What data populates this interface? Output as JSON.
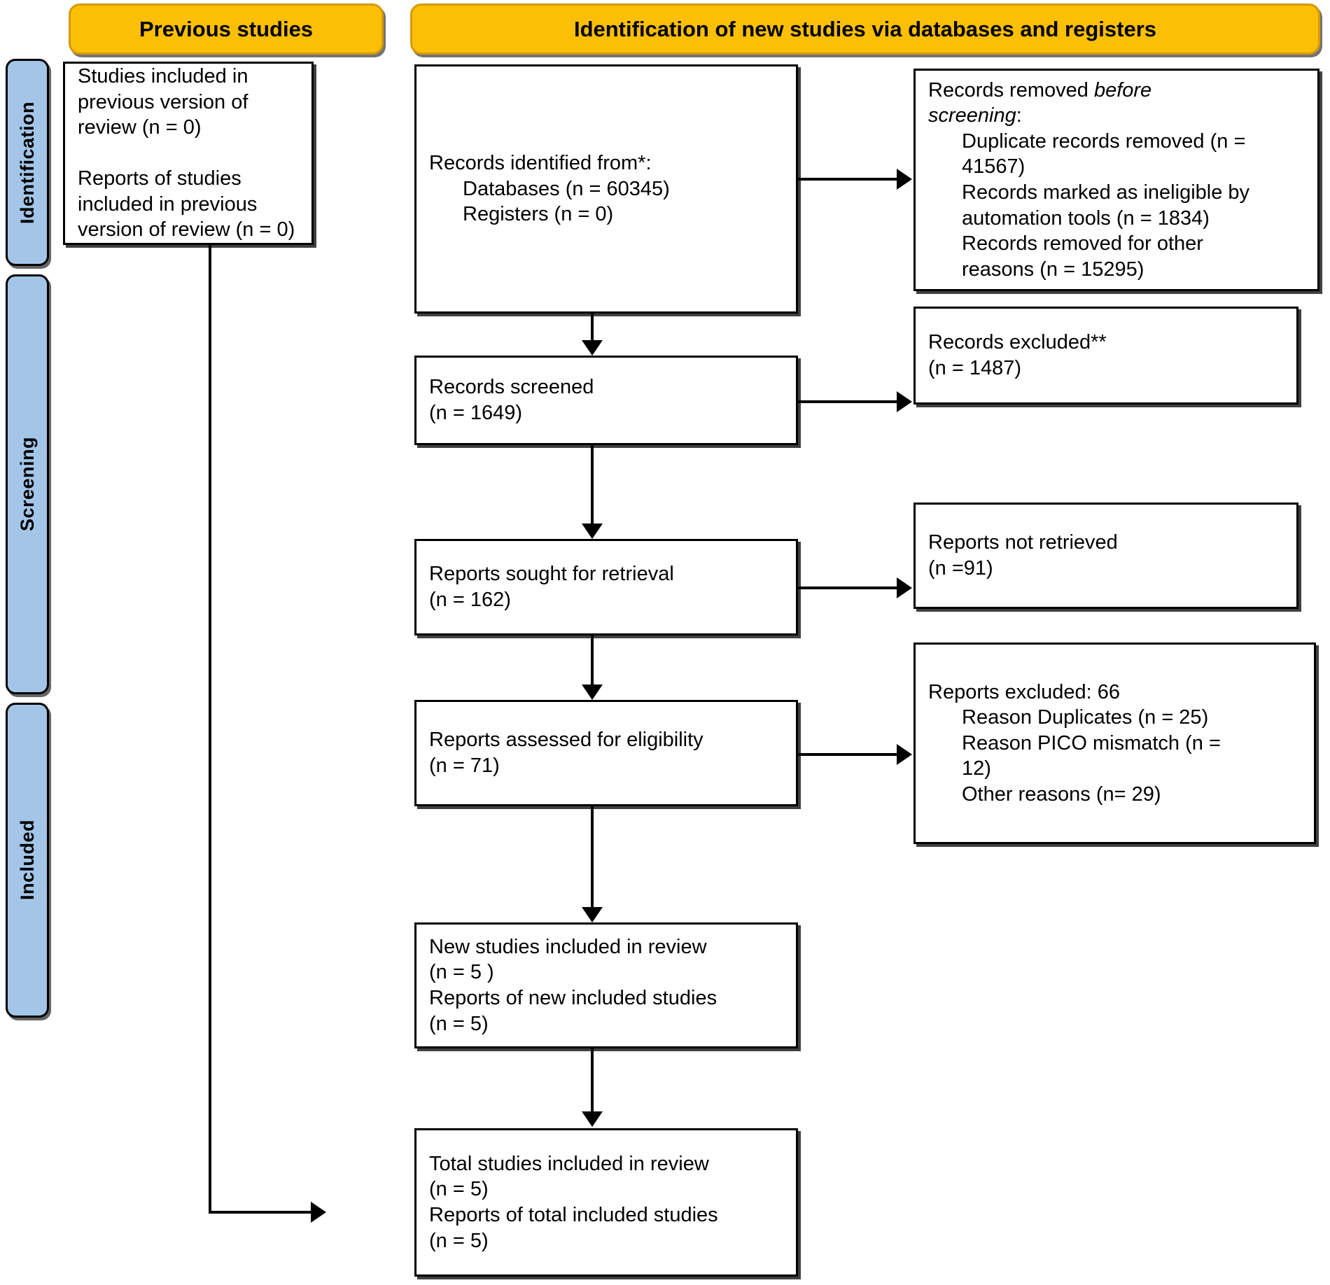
{
  "colors": {
    "stage_header_fill": "#FBBF06",
    "stage_header_border": "#D69A05",
    "phase_tab_fill": "#A3C6E8",
    "box_border": "#000000",
    "box_fill": "#FFFFFF"
  },
  "headers": {
    "previous_studies": "Previous studies",
    "identification_new": "Identification of new studies via databases and registers"
  },
  "phases": {
    "identification": "Identification",
    "screening": "Screening",
    "included": "Included"
  },
  "boxes": {
    "previous_included": {
      "line1": "Studies included in",
      "line2": "previous version of",
      "line3": "review (n = 0)",
      "line4": "",
      "line5": "Reports of studies",
      "line6": "included in previous",
      "line7": "version of review (n = 0)"
    },
    "records_identified": {
      "line1": "Records identified from*:",
      "line2": "Databases (n = 60345)",
      "line3": "Registers (n = 0)"
    },
    "records_removed": {
      "line1a": "Records removed ",
      "line1b": "before",
      "line2a": "screening",
      "line2b": ":",
      "line3": "Duplicate records removed (n =",
      "line4": "41567)",
      "line5": "Records marked as ineligible by",
      "line6": "automation tools (n = 1834)",
      "line7": "Records removed for other",
      "line8": "reasons (n = 15295)"
    },
    "records_screened": {
      "line1": "Records screened",
      "line2": "(n = 1649)"
    },
    "records_excluded": {
      "line1": "Records excluded**",
      "line2": "(n = 1487)"
    },
    "reports_sought": {
      "line1": "Reports sought for retrieval",
      "line2": "(n = 162)"
    },
    "reports_not_retrieved": {
      "line1": "Reports not retrieved",
      "line2": "(n =91)"
    },
    "reports_assessed": {
      "line1": "Reports assessed for eligibility",
      "line2": "(n = 71)"
    },
    "reports_excluded": {
      "line1": "Reports excluded: 66",
      "line2": "Reason Duplicates (n = 25)",
      "line3": "Reason PICO mismatch (n =",
      "line4": "12)",
      "line5": "Other reasons (n= 29)"
    },
    "new_included": {
      "line1": "New studies included in review",
      "line2": "(n = 5 )",
      "line3": "Reports of new included studies",
      "line4": "(n = 5)"
    },
    "total_included": {
      "line1": "Total studies included in review",
      "line2": "(n = 5)",
      "line3": "Reports of total included studies",
      "line4": "(n = 5)"
    }
  }
}
